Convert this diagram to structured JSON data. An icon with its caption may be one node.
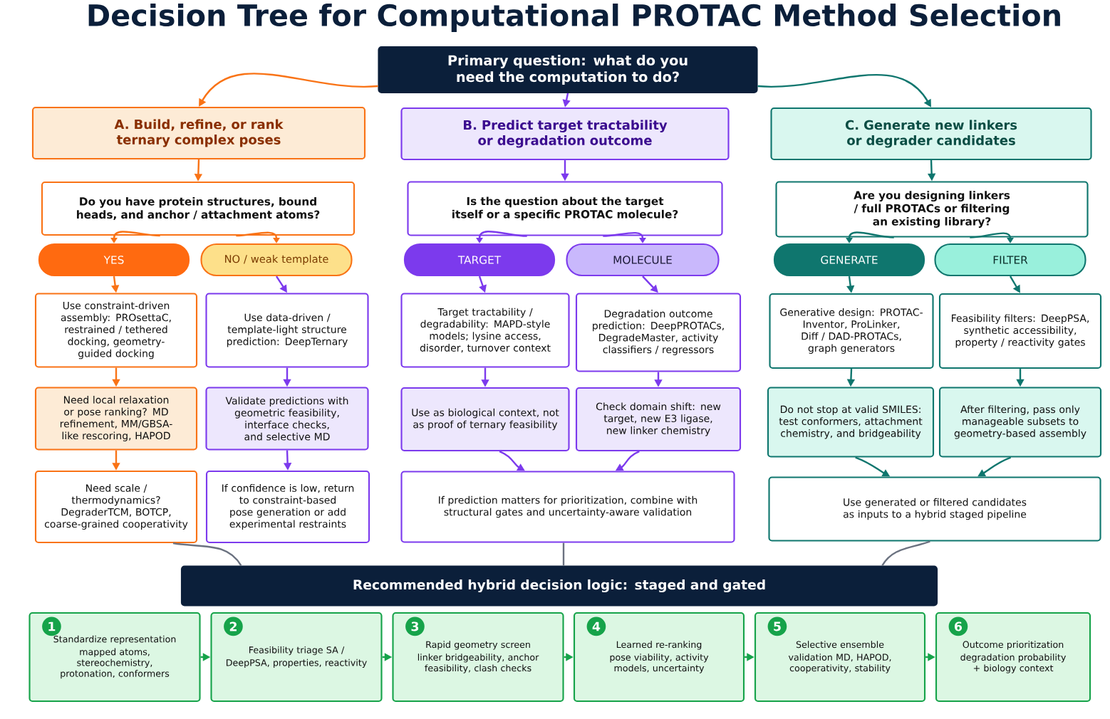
{
  "diagram": {
    "title": "Decision Tree for Computational PROTAC Method Selection",
    "nodes": [
      {
        "text": [
          "Primary question: what do you need the computation to do?"
        ]
      },
      {
        "text": [
          "A. Build, refine, or rank ternary complex poses"
        ]
      },
      {
        "text": [
          "B. Predict target tractability or degradation outcome"
        ]
      },
      {
        "text": [
          "C. Generate new linkers or degrader candidates"
        ]
      },
      {
        "text": [
          "Do you have protein structures, bound heads, and anchor / attachment atoms?"
        ]
      },
      {
        "text": [
          "YES"
        ]
      },
      {
        "text": [
          "NO / weak template"
        ]
      },
      {
        "text": [
          "Use constraint-driven assembly: PROsettaC, restrained / tethered docking, geometry-guided docking"
        ]
      },
      {
        "text": [
          "Use data-driven / template-light structure prediction: DeepTernary"
        ]
      },
      {
        "text": [
          "Need local relaxation or pose ranking? MD refinement, MM/GBSA-like rescoring, HAPOD"
        ]
      },
      {
        "text": [
          "Validate predictions with geometric feasibility, interface checks, and selective MD"
        ]
      },
      {
        "text": [
          "Need scale / thermodynamics? DegraderTCM, BOTCP, coarse-grained cooperativity"
        ]
      },
      {
        "text": [
          "If confidence is low, return to constraint-based pose generation or add experimental restraints"
        ]
      },
      {
        "text": [
          "Is the question about the target itself or a specific PROTAC molecule?"
        ]
      },
      {
        "text": [
          "TARGET"
        ]
      },
      {
        "text": [
          "MOLECULE"
        ]
      },
      {
        "text": [
          "Target tractability / degradability: MAPD-style models; lysine access, disorder, turnover context"
        ]
      },
      {
        "text": [
          "Degradation outcome prediction: DeepPROTACs, DegradeMaster, activity classifiers / regressors"
        ]
      },
      {
        "text": [
          "Use as biological context, not as proof of ternary feasibility"
        ]
      },
      {
        "text": [
          "Check domain shift: new target, new E3 ligase, new linker chemistry"
        ]
      },
      {
        "text": [
          "If prediction matters for prioritization, combine with structural gates and uncertainty-aware validation"
        ]
      },
      {
        "text": [
          "Are you designing linkers / full PROTACs or filtering an existing library?"
        ]
      },
      {
        "text": [
          "GENERATE"
        ]
      },
      {
        "text": [
          "FILTER"
        ]
      },
      {
        "text": [
          "Generative design: PROTAC-Inventor, ProLinker, Diff / DAD-PROTACs, graph generators"
        ]
      },
      {
        "text": [
          "Feasibility filters: DeepPSA, synthetic accessibility, property / reactivity gates"
        ]
      },
      {
        "text": [
          "Do not stop at valid SMILES: test conformers, attachment chemistry, and bridgeability"
        ]
      },
      {
        "text": [
          "After filtering, pass only manageable subsets to geometry-based assembly"
        ]
      },
      {
        "text": [
          "Use generated or filtered candidates as inputs to a hybrid staged pipeline"
        ]
      },
      {
        "text": [
          "Recommended hybrid decision logic: staged and gated"
        ]
      },
      {
        "text": [
          "1",
          "Standardize representation mapped atoms, stereochemistry, protonation, conformers"
        ]
      },
      {
        "text": [
          "2",
          "Feasibility triage SA / DeepPSA, properties, reactivity"
        ]
      },
      {
        "text": [
          "3",
          "Rapid geometry screen linker bridgeability, anchor feasibility, clash checks"
        ]
      },
      {
        "text": [
          "4",
          "Learned re-ranking pose viability, activity models, uncertainty"
        ]
      },
      {
        "text": [
          "5",
          "Selective ensemble validation MD, HAPOD, cooperativity, stability"
        ]
      },
      {
        "text": [
          "6",
          "Outcome prioritization degradation probability + biology context"
        ]
      }
    ],
    "edges": [
      {
        "from": 0,
        "to": 1,
        "arrow": "to",
        "color": "#f97316"
      },
      {
        "from": 0,
        "to": 2,
        "arrow": "to"
      },
      {
        "from": 0,
        "to": 3,
        "arrow": "to",
        "color": "#0f766e"
      },
      {
        "from": 1,
        "to": 4,
        "arrow": "to",
        "color": "#f97316"
      },
      {
        "from": 4,
        "to": 5,
        "arrow": "to",
        "color": "#f97316"
      },
      {
        "from": 4,
        "to": 6,
        "arrow": "to",
        "color": "#f97316"
      },
      {
        "from": 5,
        "to": 7,
        "arrow": "to",
        "color": "#f97316"
      },
      {
        "from": 6,
        "to": 8,
        "arrow": "to"
      },
      {
        "from": 7,
        "to": 9,
        "arrow": "to",
        "color": "#f97316"
      },
      {
        "from": 9,
        "to": 11,
        "arrow": "to",
        "color": "#f97316"
      },
      {
        "from": 8,
        "to": 10,
        "arrow": "to"
      },
      {
        "from": 10,
        "to": 12,
        "arrow": "to"
      },
      {
        "from": 2,
        "to": 13,
        "arrow": "to"
      },
      {
        "from": 13,
        "to": 14,
        "arrow": "to"
      },
      {
        "from": 13,
        "to": 15,
        "arrow": "to"
      },
      {
        "from": 14,
        "to": 16,
        "arrow": "to"
      },
      {
        "from": 15,
        "to": 17,
        "arrow": "to"
      },
      {
        "from": 16,
        "to": 18,
        "arrow": "to"
      },
      {
        "from": 17,
        "to": 19,
        "arrow": "to"
      },
      {
        "from": 18,
        "to": 20,
        "arrow": "to"
      },
      {
        "from": 19,
        "to": 20,
        "arrow": "to"
      },
      {
        "from": 3,
        "to": 21,
        "arrow": "to",
        "color": "#0f766e"
      },
      {
        "from": 21,
        "to": 22,
        "arrow": "to",
        "color": "#0f766e"
      },
      {
        "from": 21,
        "to": 23,
        "arrow": "to",
        "color": "#0f766e"
      },
      {
        "from": 22,
        "to": 24,
        "arrow": "to",
        "color": "#0f766e"
      },
      {
        "from": 23,
        "to": 25,
        "arrow": "to",
        "color": "#0f766e"
      },
      {
        "from": 24,
        "to": 26,
        "arrow": "to",
        "color": "#0f766e"
      },
      {
        "from": 25,
        "to": 27,
        "arrow": "to",
        "color": "#0f766e"
      },
      {
        "from": 26,
        "to": 28,
        "arrow": "to",
        "color": "#0f766e"
      },
      {
        "from": 27,
        "to": 28,
        "arrow": "to",
        "color": "#0f766e"
      },
      {
        "from": 11,
        "to": 29,
        "arrow": "none",
        "color": "#6b7280"
      },
      {
        "from": 20,
        "to": 29,
        "arrow": "none",
        "color": "#6b7280"
      },
      {
        "from": 28,
        "to": 29,
        "arrow": "none",
        "color": "#6b7280"
      },
      {
        "from": 30,
        "to": 31,
        "arrow": "to",
        "color": "#16a34a"
      },
      {
        "from": 31,
        "to": 32,
        "arrow": "to",
        "color": "#16a34a"
      },
      {
        "from": 32,
        "to": 33,
        "arrow": "to",
        "color": "#16a34a"
      },
      {
        "from": 33,
        "to": 34,
        "arrow": "to",
        "color": "#16a34a"
      },
      {
        "from": 34,
        "to": 35,
        "arrow": "to",
        "color": "#16a34a"
      }
    ]
  }
}
